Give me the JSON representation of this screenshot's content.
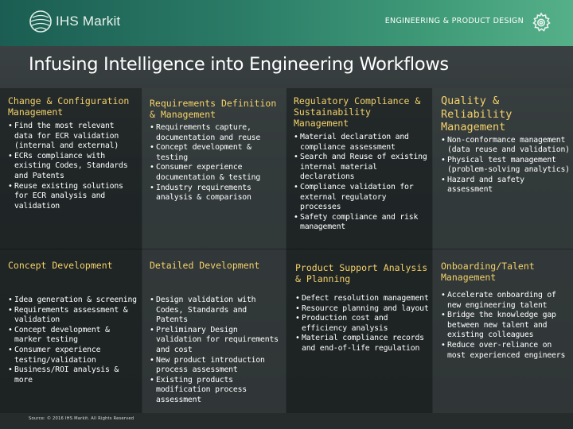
{
  "header": {
    "logo_text": "IHS Markit",
    "label": "ENGINEERING & PRODUCT DESIGN",
    "logo_icon": "globe-icon",
    "gear_icon": "gear-icon"
  },
  "title": "Infusing Intelligence into Engineering Workflows",
  "top_row": [
    {
      "heading": "Change & Configuration Management",
      "items": [
        "Find the most relevant data for ECR validation (internal and external)",
        "ECRs compliance with existing Codes, Standards and Patents",
        "Reuse existing solutions for ECR analysis and validation"
      ]
    },
    {
      "heading": "Requirements Definition & Management",
      "items": [
        "Requirements capture, documentation and reuse",
        "Concept development & testing",
        "Consumer experience documentation & testing",
        "Industry requirements analysis & comparison"
      ]
    },
    {
      "heading": "Regulatory Compliance & Sustainability Management",
      "items": [
        "Material declaration and compliance assessment",
        "Search and Reuse of existing internal material declarations",
        "Compliance validation for external regulatory processes",
        "Safety compliance and risk management"
      ]
    },
    {
      "heading": "Quality & Reliability Management",
      "items": [
        "Non-conformance management (data reuse and validation)",
        "Physical test management (problem-solving analytics)",
        "Hazard and safety assessment"
      ]
    }
  ],
  "bottom_row": [
    {
      "heading": "Concept Development",
      "items": [
        "Idea generation & screening",
        "Requirements assessment & validation",
        "Concept development & marker testing",
        "Consumer experience testing/validation",
        "Business/ROI analysis & more"
      ]
    },
    {
      "heading": "Detailed Development",
      "items": [
        "Design validation with Codes, Standards and Patents",
        "Preliminary Design validation for requirements and cost",
        "New product introduction process assessment",
        "Existing products modification process assessment"
      ]
    },
    {
      "heading": "Product Support Analysis & Planning",
      "items": [
        "Defect resolution management",
        "Resource planning and layout",
        "Production cost and efficiency analysis",
        "Material compliance records and end-of-life regulation"
      ]
    },
    {
      "heading": "Onboarding/Talent Management",
      "items": [
        "Accelerate onboarding of new engineering talent",
        "Bridge the knowledge gap between new talent and existing colleagues",
        "Reduce over-reliance on most experienced engineers"
      ]
    }
  ],
  "footer": "Source: © 2016 IHS Markit. All Rights Reserved",
  "colors": {
    "heading": "#f4d26a",
    "banner_start": "#1b5d52",
    "banner_end": "#55b089"
  }
}
